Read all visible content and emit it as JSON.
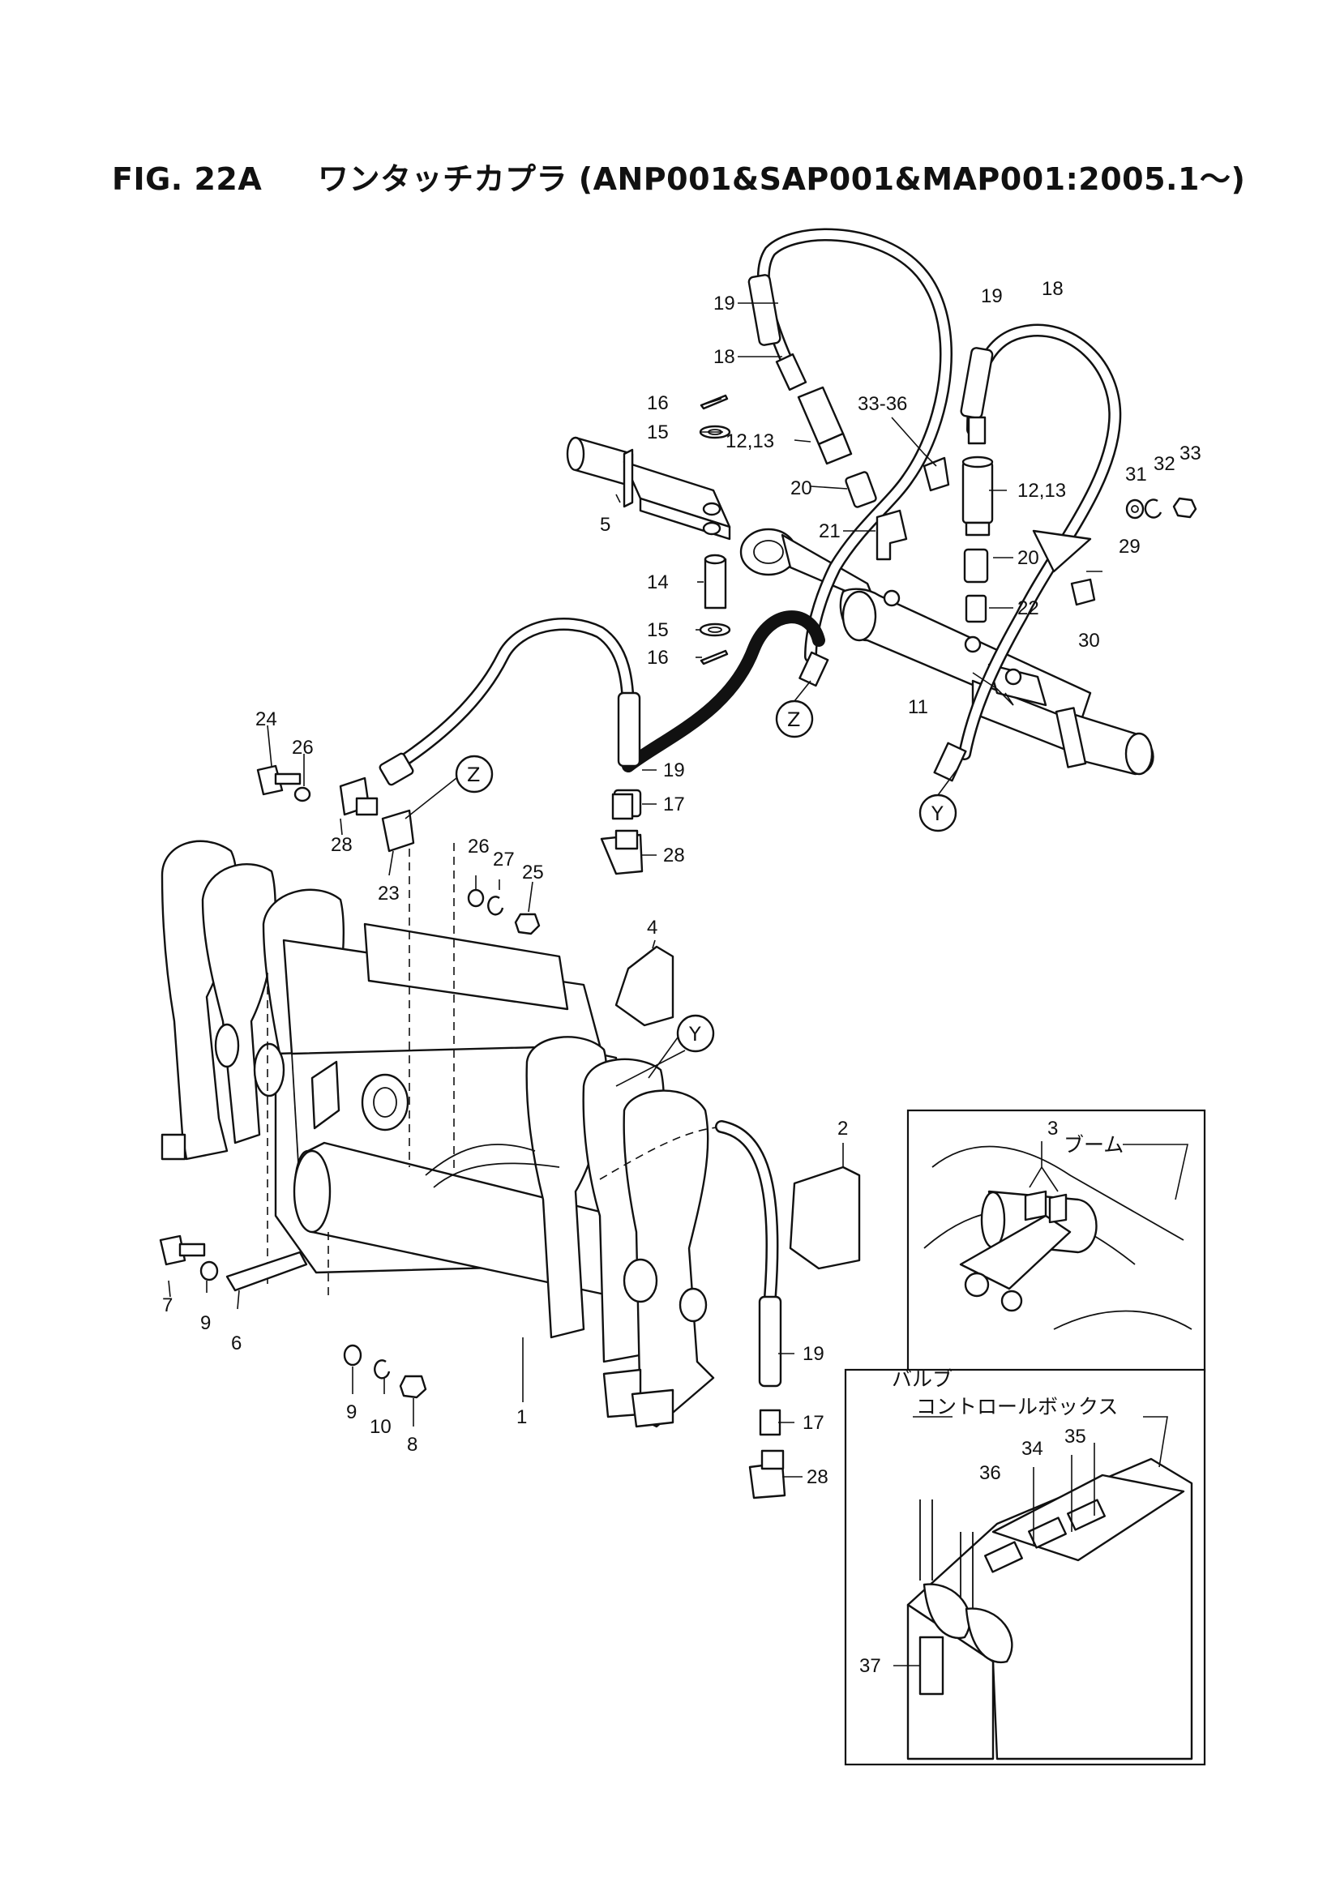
{
  "figure": {
    "number": "FIG. 22A",
    "title": "ワンタッチカプラ (ANP001&SAP001&MAP001:2005.1～)"
  },
  "callouts": {
    "z_upper": "Z",
    "z_lower": "Z",
    "y_upper": "Y",
    "y_lower": "Y"
  },
  "labels": {
    "p1": "1",
    "p2": "2",
    "p3": "3",
    "p4": "4",
    "p5": "5",
    "p6": "6",
    "p7": "7",
    "p8": "8",
    "p9a": "9",
    "p9b": "9",
    "p10": "10",
    "p11": "11",
    "p1213a": "12,13",
    "p1213b": "12,13",
    "p14": "14",
    "p15a": "15",
    "p15b": "15",
    "p16a": "16",
    "p16b": "16",
    "p17a": "17",
    "p17b": "17",
    "p18a": "18",
    "p18b": "18",
    "p19a": "19",
    "p19b": "19",
    "p19c": "19",
    "p19d": "19",
    "p20a": "20",
    "p20b": "20",
    "p21": "21",
    "p22": "22",
    "p23": "23",
    "p24": "24",
    "p25": "25",
    "p26a": "26",
    "p26b": "26",
    "p27": "27",
    "p28a": "28",
    "p28b": "28",
    "p28c": "28",
    "p29": "29",
    "p30": "30",
    "p31": "31",
    "p32": "32",
    "p33": "33",
    "p3336": "33-36",
    "p34": "34",
    "p35": "35",
    "p36": "36",
    "p37": "37"
  },
  "insets": {
    "boom": {
      "label": "ブーム"
    },
    "control_box": {
      "valve": "バルブ",
      "box": "コントロールボックス"
    }
  }
}
